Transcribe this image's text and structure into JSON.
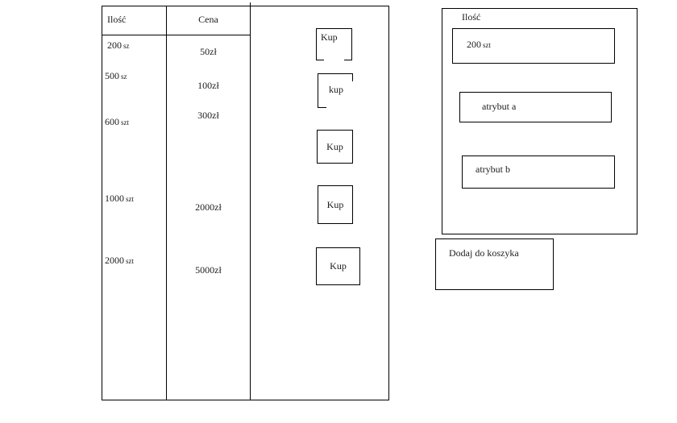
{
  "table": {
    "headers": {
      "quantity": "Ilość",
      "price": "Cena"
    },
    "rows": [
      {
        "qty": "200",
        "unit": "sz",
        "price": "50zł"
      },
      {
        "qty": "500",
        "unit": "sz",
        "price": "100zł"
      },
      {
        "qty": "600",
        "unit": "szt",
        "price": "300zł"
      },
      {
        "qty": "1000",
        "unit": "szt",
        "price": "2000zł"
      },
      {
        "qty": "2000",
        "unit": "szt",
        "price": "5000zł"
      }
    ],
    "buy_buttons": [
      "Kup",
      "kup",
      "Kup",
      "Kup",
      "Kup"
    ]
  },
  "panel": {
    "quantity_label": "Ilość",
    "quantity_value": "200",
    "quantity_unit": "szt",
    "attribute_a": "atrybut a",
    "attribute_b": "atrybut b",
    "add_to_cart_label": "Dodaj do koszyka"
  },
  "colors": {
    "line": "#000000",
    "background": "#ffffff",
    "text": "#1c1c1c"
  }
}
